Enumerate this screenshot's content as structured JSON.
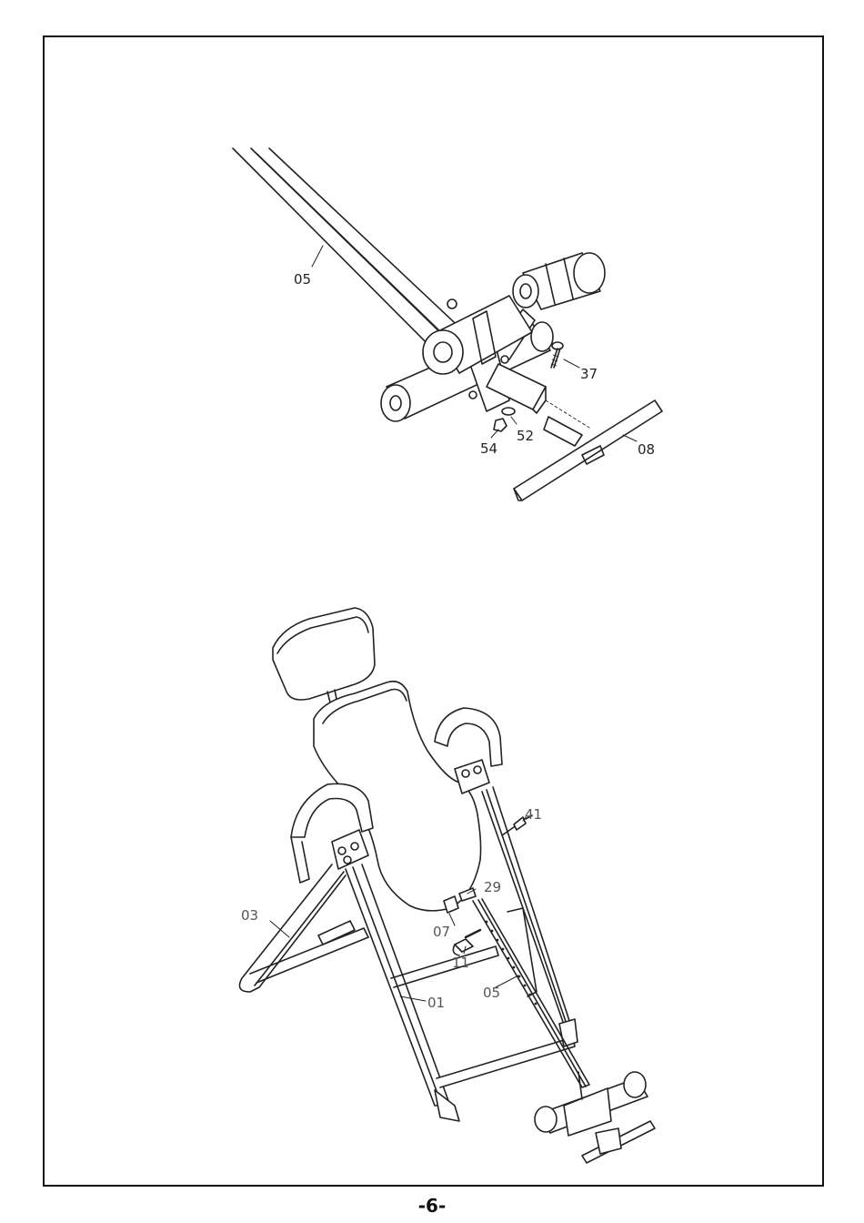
{
  "page": {
    "number": "-6-"
  },
  "figure_top": {
    "labels": {
      "part_05": "05",
      "part_37": "37",
      "part_52": "52",
      "part_54": "54",
      "part_08": "08"
    }
  },
  "figure_bottom": {
    "labels": {
      "part_41": "41",
      "part_29": "29",
      "part_03": "03",
      "part_07": "07",
      "part_11": "11",
      "part_05": "05",
      "part_01": "01"
    }
  }
}
